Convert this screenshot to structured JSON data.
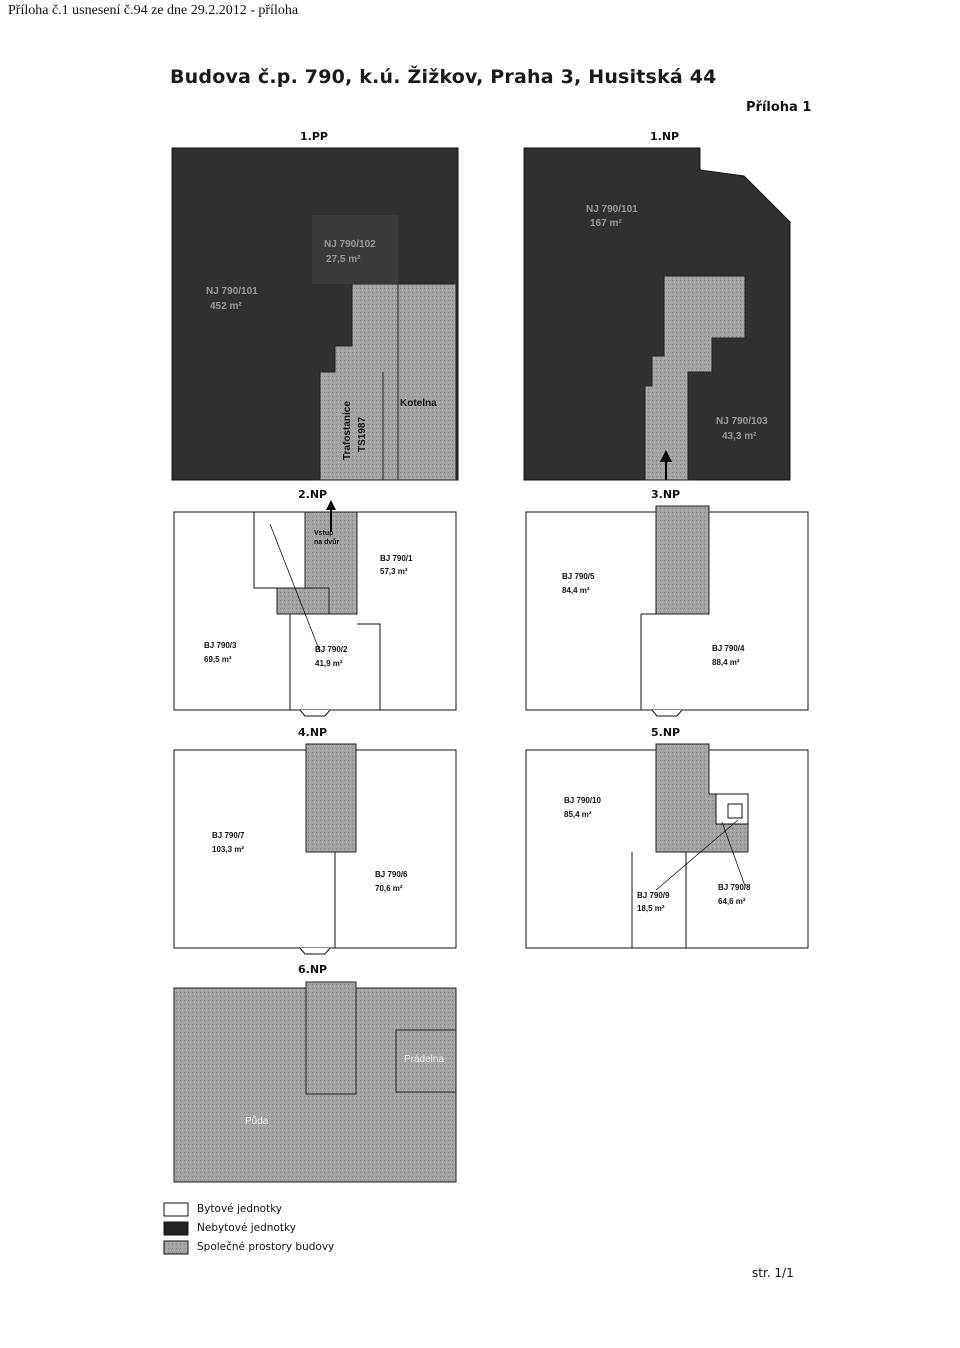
{
  "header_note": "Příloha č.1 usnesení č.94 ze dne 29.2.2012 - příloha",
  "title": "Budova č.p. 790, k.ú. Žižkov, Praha 3, Husitská 44",
  "annex_label": "Příloha 1",
  "colors": {
    "residential": "#ffffff",
    "nonresidential": "#333333",
    "common": "#9a9a9a"
  },
  "floors": {
    "pp1": {
      "label": "1.PP",
      "units": {
        "nj1": "NJ 790/101",
        "nj1_area": "452 m²",
        "nj2": "NJ 790/102",
        "nj2_area": "27,5 m²",
        "trafo1": "Trafostanice",
        "trafo2": "TS1987",
        "boiler": "Kotelna"
      }
    },
    "np1": {
      "label": "1.NP",
      "units": {
        "nj1": "NJ 790/101",
        "nj1_area": "167 m²",
        "nj2": "NJ 790/103",
        "nj2_area": "43,3 m²"
      }
    },
    "np2": {
      "label": "2.NP",
      "units": {
        "entry1": "Vstup",
        "entry2": "na dvůr",
        "bj1": "BJ 790/1",
        "bj1_area": "57,3 m²",
        "bj2": "BJ 790/2",
        "bj2_area": "41,9 m²",
        "bj3": "BJ 790/3",
        "bj3_area": "69,5 m²"
      }
    },
    "np3": {
      "label": "3.NP",
      "units": {
        "bj5": "BJ 790/5",
        "bj5_area": "84,4 m²",
        "bj4": "BJ 790/4",
        "bj4_area": "88,4 m²"
      }
    },
    "np4": {
      "label": "4.NP",
      "units": {
        "bj7": "BJ 790/7",
        "bj7_area": "103,3 m²",
        "bj6": "BJ 790/6",
        "bj6_area": "70,6 m²"
      }
    },
    "np5": {
      "label": "5.NP",
      "units": {
        "bj10": "BJ 790/10",
        "bj10_area": "85,4 m²",
        "bj9": "BJ 790/9",
        "bj9_area": "18,5 m²",
        "bj8": "BJ 790/8",
        "bj8_area": "64,6 m²"
      }
    },
    "np6": {
      "label": "6.NP",
      "units": {
        "laundry": "Prádelna",
        "attic": "Půda"
      }
    }
  },
  "legend": [
    "Bytové jednotky",
    "Nebytové jednotky",
    "Společné prostory budovy"
  ],
  "page_number": "str. 1/1"
}
